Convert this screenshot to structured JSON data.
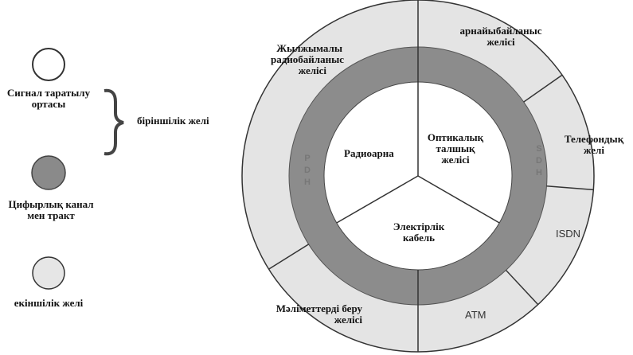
{
  "legend": {
    "items": [
      {
        "label_line1": "Сигнал таратылу",
        "label_line2": "ортасы",
        "fill": "#ffffff"
      },
      {
        "label_line1": "Цифырлық канал",
        "label_line2": "мен тракт",
        "fill": "#8a8a8a"
      },
      {
        "label_line1": "екіншілік желі",
        "label_line2": "",
        "fill": "#e6e6e6"
      }
    ],
    "brace_label": "біріншілік желі"
  },
  "diagram": {
    "inner_sectors": {
      "radio": "Радиоарна",
      "optical_line1": "Оптикалық",
      "optical_line2": "талшық",
      "optical_line3": "желісі",
      "electric_line1": "Электірлік",
      "electric_line2": "кабель"
    },
    "ring_labels": {
      "left": "PDH",
      "right": "SDH"
    },
    "outer_sectors": {
      "mobile_line1": "Жылжымалы",
      "mobile_line2": "радиобайланыс",
      "mobile_line3": "желісі",
      "leased_line1": "арнайыбайланыс",
      "leased_line2": "желісі",
      "telephone_line1": "Телефондық",
      "telephone_line2": "желі",
      "isdn": "ISDN",
      "atm": "ATM",
      "data_line1": "Мәліметтерді беру",
      "data_line2": "желісі"
    },
    "colors": {
      "outer": "#e4e4e4",
      "ring": "#8c8c8c",
      "inner": "#ffffff",
      "stroke": "#333333"
    }
  }
}
